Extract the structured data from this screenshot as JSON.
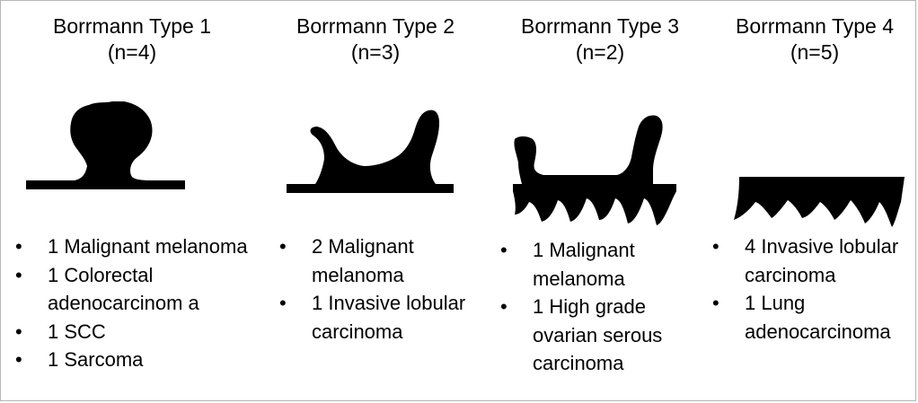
{
  "panels": [
    {
      "title": "Borrmann Type 1",
      "n": "(n=4)",
      "items": [
        "1 Malignant melanoma",
        "1 Colorectal adenocarcinom a",
        "1 SCC",
        "1 Sarcoma"
      ]
    },
    {
      "title": "Borrmann Type 2",
      "n": "(n=3)",
      "items": [
        "2 Malignant melanoma",
        "1 Invasive lobular carcinoma"
      ]
    },
    {
      "title": "Borrmann Type 3",
      "n": "(n=2)",
      "items": [
        "1 Malignant melanoma",
        "1 High grade ovarian serous carcinoma"
      ]
    },
    {
      "title": "Borrmann Type 4",
      "n": "(n=5)",
      "items": [
        "4 Invasive lobular carcinoma",
        "1 Lung adenocarcinoma"
      ]
    }
  ],
  "bullet_char": "•",
  "colors": {
    "shape_fill": "#000000",
    "border": "#b5b5b5"
  }
}
